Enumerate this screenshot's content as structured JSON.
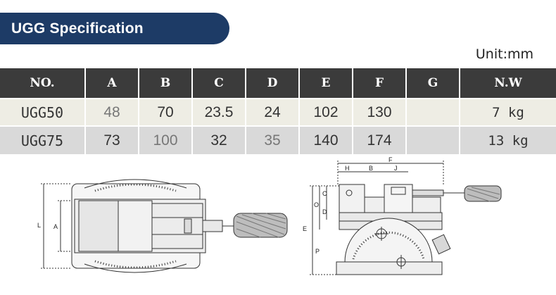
{
  "header": {
    "title": "UGG Specification",
    "unit": "Unit:mm"
  },
  "table": {
    "columns": [
      "NO.",
      "A",
      "B",
      "C",
      "D",
      "E",
      "F",
      "G",
      "N.W"
    ],
    "rows": [
      [
        "UGG50",
        "48",
        "70",
        "23.5",
        "24",
        "102",
        "130",
        "",
        "7 kg"
      ],
      [
        "UGG75",
        "73",
        "100",
        "32",
        "35",
        "140",
        "174",
        "",
        "13 kg"
      ]
    ]
  },
  "top_view": {
    "labels": {
      "l": "L",
      "a": "A"
    }
  },
  "side_view": {
    "labels": {
      "h": "H",
      "b": "B",
      "f": "F",
      "j": "J",
      "c": "C",
      "o": "O",
      "d": "D",
      "e": "E",
      "p": "P"
    }
  }
}
